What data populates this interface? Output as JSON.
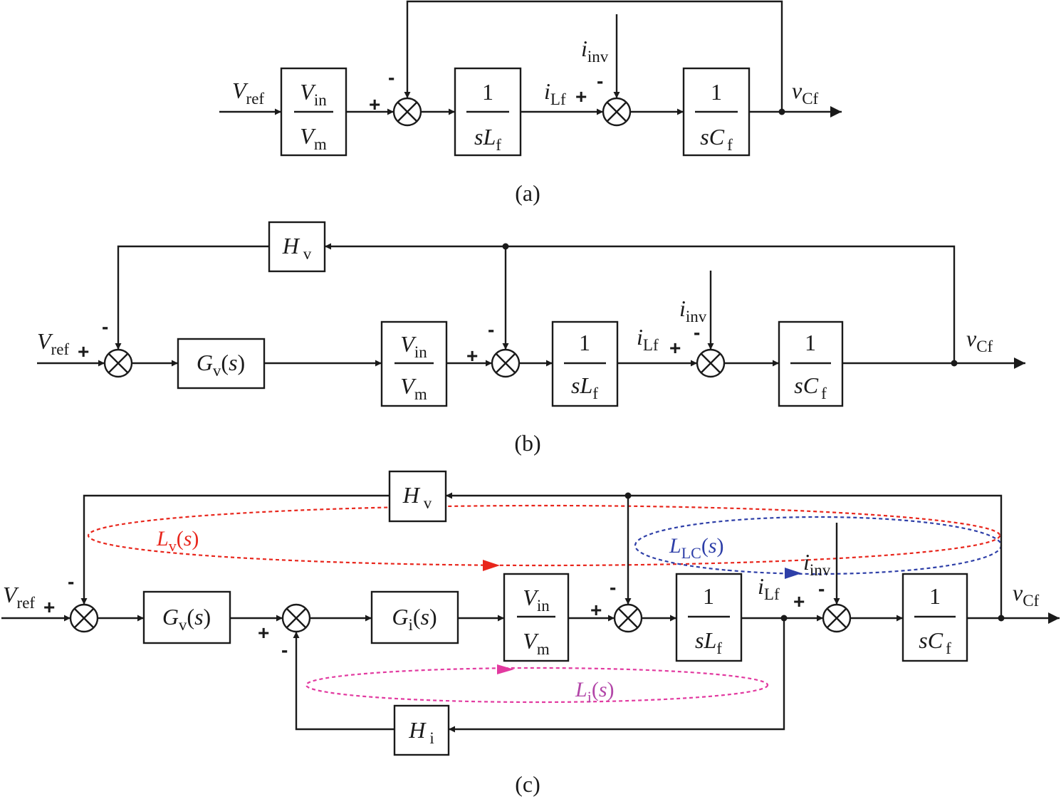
{
  "diagram": {
    "captions": [
      "(a)",
      "(b)",
      "(c)"
    ],
    "symbols": {
      "V": "V",
      "v": "v",
      "i": "i",
      "L": "L",
      "C": "C",
      "G": "G",
      "H": "H",
      "s": "s",
      "one": "1",
      "sub_ref": "ref",
      "sub_in": "in",
      "sub_m": "m",
      "sub_Lf": "Lf",
      "sub_Cf": "Cf",
      "sub_inv": "inv",
      "sub_f": "f",
      "sub_v": "v",
      "sub_i": "i",
      "sub_LC": "LC",
      "paren_s": "(s)",
      "open_paren": "(",
      "close_paren": ")"
    },
    "signs": {
      "plus": "+",
      "minus": "-"
    },
    "colors": {
      "line": "#1a1a1a",
      "Lv": "#e8261c",
      "LLC": "#2e3fa8",
      "Li": "#e23aa0",
      "Li_label": "#b246a8"
    },
    "loop_labels": {
      "Lv": "Lv(s)",
      "LLC": "LLC(s)",
      "Li": "Li(s)"
    }
  }
}
